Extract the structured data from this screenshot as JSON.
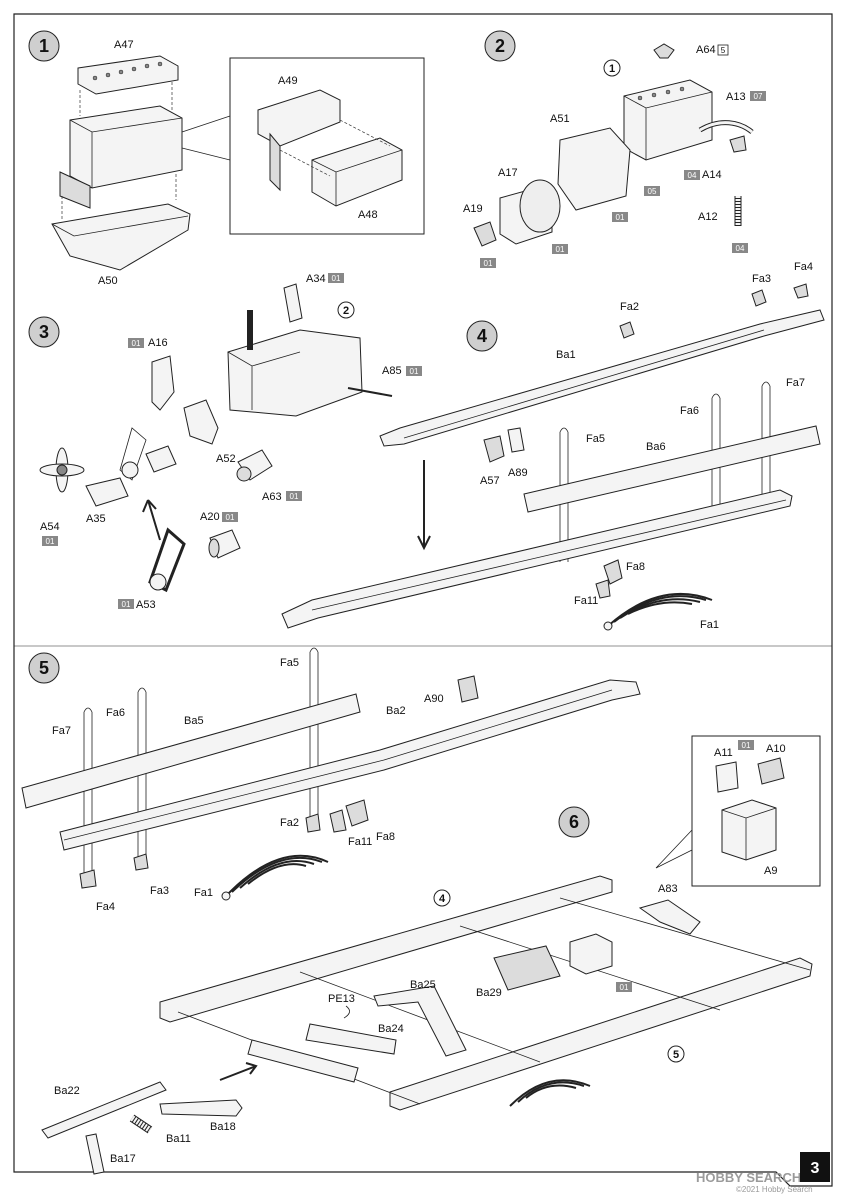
{
  "page_number": "3",
  "watermark": {
    "brand": "HOBBY SEARCH",
    "copyright": "©2021 Hobby Search"
  },
  "colors": {
    "frame": "#222222",
    "tag_fill": "#888888",
    "part_fill": "#f4f4f4"
  },
  "steps": [
    {
      "num": "1",
      "labels": [
        "A47",
        "A49",
        "A48",
        "A50"
      ]
    },
    {
      "num": "2",
      "labels": [
        "A64",
        "A13",
        "A51",
        "A17",
        "A19",
        "A14",
        "A12"
      ],
      "ref": "1"
    },
    {
      "num": "3",
      "labels": [
        "A34",
        "A16",
        "A85",
        "A52",
        "A54",
        "A35",
        "A63",
        "A20",
        "A53"
      ],
      "ref": "2"
    },
    {
      "num": "4",
      "labels": [
        "Fa2",
        "Fa3",
        "Fa4",
        "Ba1",
        "Fa7",
        "Fa6",
        "Fa5",
        "Ba6",
        "A57",
        "A89",
        "Fa8",
        "Fa11",
        "Fa1"
      ]
    },
    {
      "num": "5",
      "labels": [
        "Fa5",
        "A90",
        "Fa6",
        "Fa7",
        "Ba5",
        "Ba2",
        "Fa2",
        "Fa8",
        "Fa11",
        "Fa3",
        "Fa4",
        "Fa1"
      ]
    },
    {
      "num": "6",
      "labels": [
        "A11",
        "A10",
        "A9",
        "A83",
        "Ba25",
        "PE13",
        "Ba29",
        "Ba24",
        "Ba22",
        "Ba11",
        "Ba18",
        "Ba17"
      ],
      "refs": [
        "4",
        "5"
      ]
    }
  ],
  "tags": {
    "t01": "01",
    "t04": "04",
    "t05": "05",
    "t07": "07",
    "t5": "5"
  },
  "labels": {
    "A47": "A47",
    "A49": "A49",
    "A48": "A48",
    "A50": "A50",
    "A64": "A64",
    "A13": "A13",
    "A51": "A51",
    "A17": "A17",
    "A19": "A19",
    "A14": "A14",
    "A12": "A12",
    "A34": "A34",
    "A16": "A16",
    "A85": "A85",
    "A52": "A52",
    "A54": "A54",
    "A35": "A35",
    "A63": "A63",
    "A20": "A20",
    "A53": "A53",
    "Fa2": "Fa2",
    "Fa3": "Fa3",
    "Fa4": "Fa4",
    "Ba1": "Ba1",
    "Fa7": "Fa7",
    "Fa6": "Fa6",
    "Fa5": "Fa5",
    "Ba6": "Ba6",
    "A57": "A57",
    "A89": "A89",
    "Fa8": "Fa8",
    "Fa11": "Fa11",
    "Fa1": "Fa1",
    "A90": "A90",
    "Ba5": "Ba5",
    "Ba2": "Ba2",
    "A11": "A11",
    "A10": "A10",
    "A9": "A9",
    "A83": "A83",
    "Ba25": "Ba25",
    "PE13": "PE13",
    "Ba29": "Ba29",
    "Ba24": "Ba24",
    "Ba22": "Ba22",
    "Ba11": "Ba11",
    "Ba18": "Ba18",
    "Ba17": "Ba17"
  }
}
